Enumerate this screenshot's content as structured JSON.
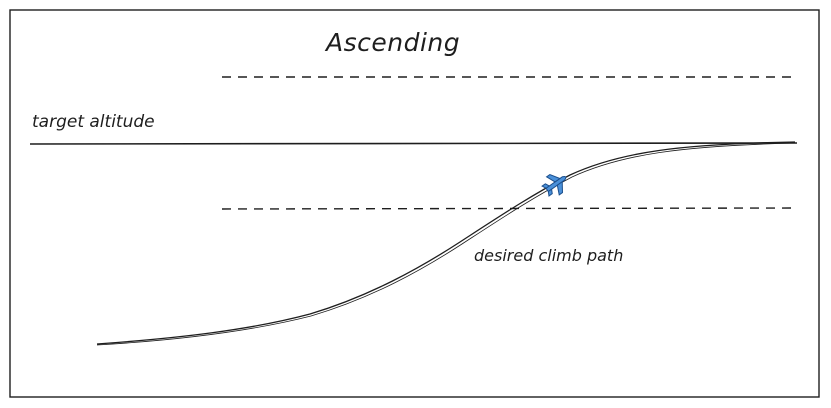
{
  "diagram": {
    "title": "Ascending",
    "target_label": "target altitude",
    "path_label": "desired climb path",
    "icons": {
      "aircraft": "airplane-icon"
    },
    "colors": {
      "stroke": "#1e1e1e",
      "plane_fill": "#4a90d9",
      "plane_outline": "#1c4f8c",
      "background": "#ffffff"
    }
  }
}
